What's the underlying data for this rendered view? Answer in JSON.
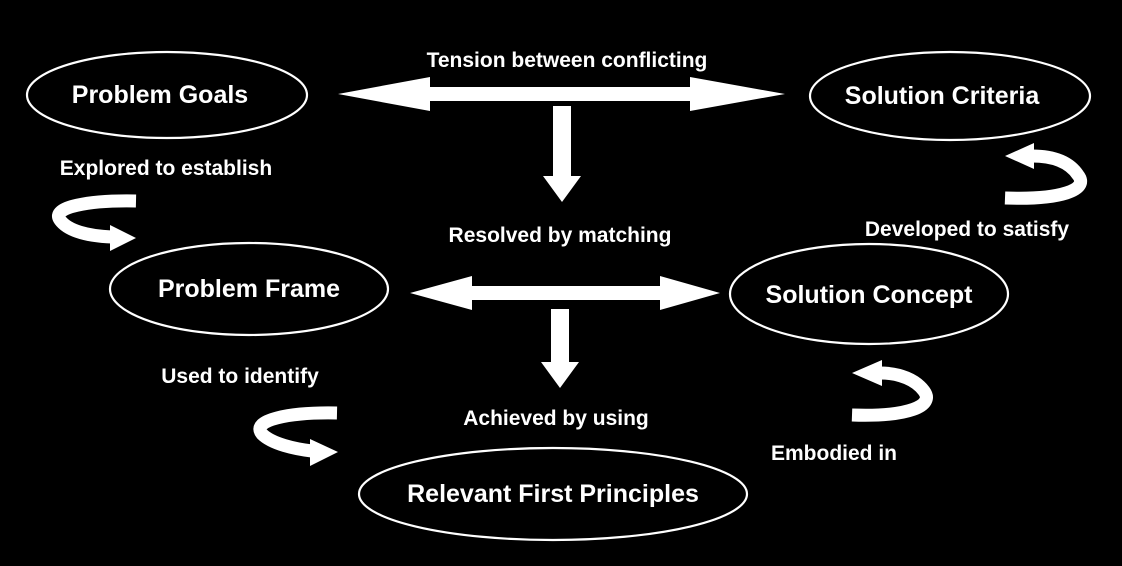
{
  "nodes": {
    "problem_goals": "Problem Goals",
    "solution_criteria": "Solution Criteria",
    "problem_frame": "Problem Frame",
    "solution_concept": "Solution Concept",
    "first_principles": "Relevant First Principles"
  },
  "labels": {
    "tension": "Tension between conflicting",
    "explored": "Explored to establish",
    "developed": "Developed to satisfy",
    "resolved": "Resolved by matching",
    "used": "Used to identify",
    "achieved": "Achieved by using",
    "embodied": "Embodied in"
  },
  "colors": {
    "background": "#000000",
    "foreground": "#ffffff"
  }
}
